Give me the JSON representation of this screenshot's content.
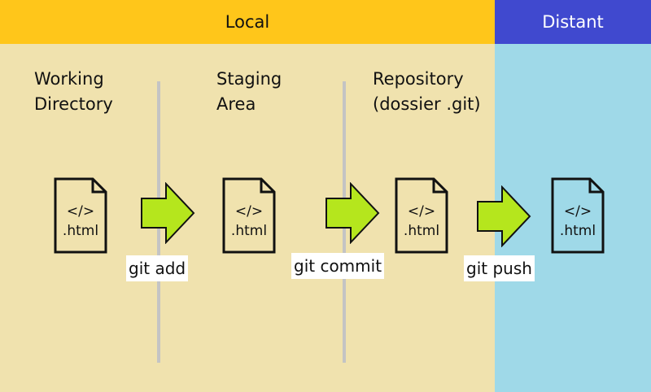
{
  "zones": {
    "local": {
      "label": "Local",
      "header_color": "#ffc61a",
      "bg_color": "#f0e2ae"
    },
    "remote": {
      "label": "Distant",
      "header_color": "#4049cf",
      "bg_color": "#9fd9e8"
    }
  },
  "columns": [
    {
      "title": "Working\nDirectory"
    },
    {
      "title": "Staging\nArea"
    },
    {
      "title": "Repository\n(dossier .git)"
    }
  ],
  "file_label": "</>\n.html",
  "arrow_color": "#b5e61d",
  "commands": [
    {
      "label": "git add"
    },
    {
      "label": "git commit"
    },
    {
      "label": "git push"
    }
  ]
}
